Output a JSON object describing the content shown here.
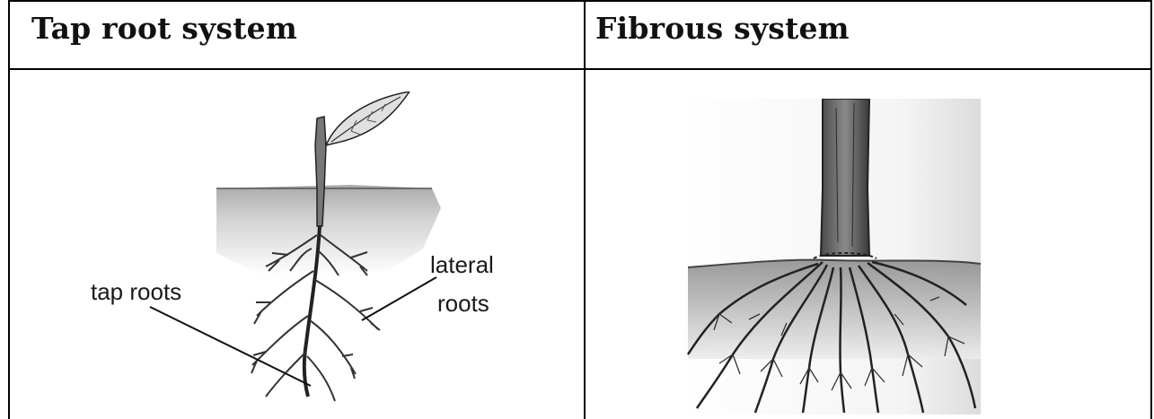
{
  "headers": {
    "taproot": "Tap root system",
    "fibrous": "Fibrous system"
  },
  "taproot_labels": {
    "tap": "tap roots",
    "lateral_line1": "lateral",
    "lateral_line2": "roots"
  }
}
